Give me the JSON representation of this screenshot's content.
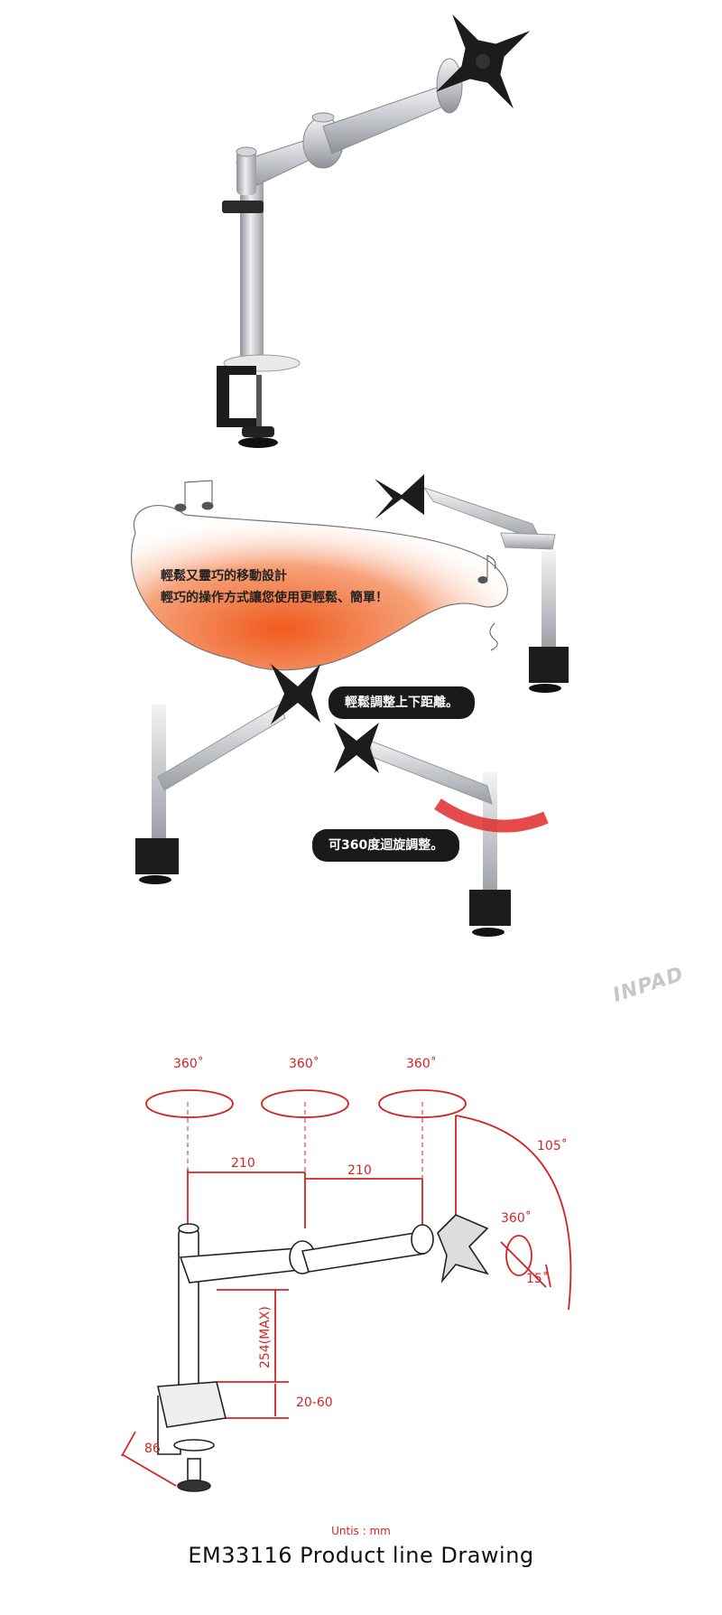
{
  "feature_bubble": {
    "line1": "輕鬆又靈巧的移動設計",
    "line2": "輕巧的操作方式讓您使用更輕鬆、簡單！"
  },
  "callouts": {
    "height_adjust": "輕鬆調整上下距離。",
    "rotate_adjust": "可360度迴旋調整。"
  },
  "logo": {
    "text": "INPAD"
  },
  "drawing": {
    "rotation_labels": [
      "360˚",
      "360˚",
      "360˚"
    ],
    "tilt_label": "105˚",
    "head_rotation_label": "360˚",
    "swivel_label": "15˚",
    "arm_lengths": [
      "210",
      "210"
    ],
    "pole_height": "254(MAX)",
    "clamp_range": "20-60",
    "base_width": "86",
    "units": "Untis : mm",
    "caption": "EM33116 Product  line Drawing"
  },
  "colors": {
    "dimension_red": "#d52323",
    "bubble_orange": "#f06a2a",
    "arm_silver": "#c9ccd1",
    "mount_black": "#1c1c1c"
  }
}
